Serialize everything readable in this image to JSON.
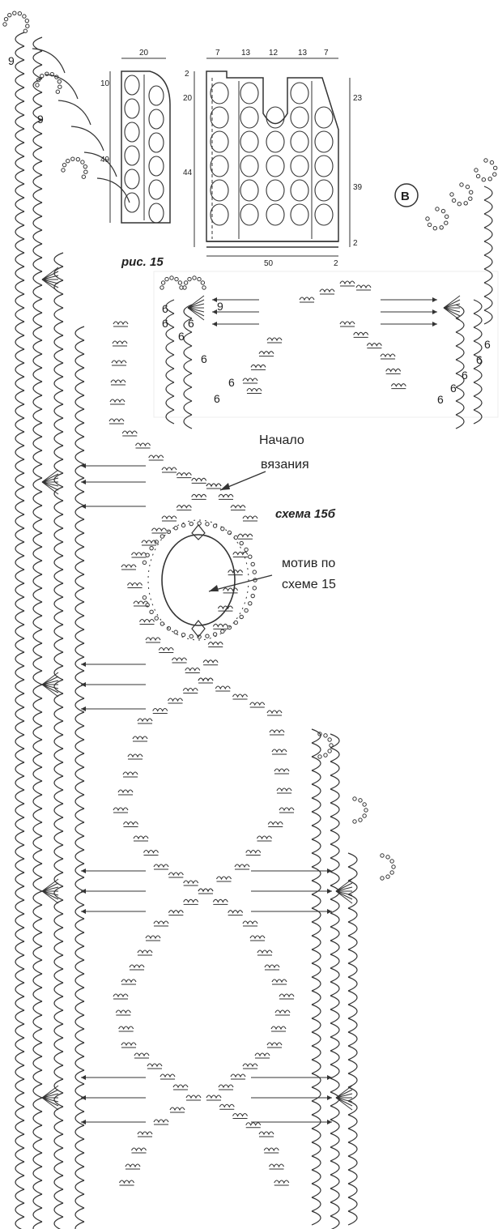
{
  "figure": {
    "caption": "рис. 15",
    "dims_top_left": [
      "20"
    ],
    "dims_left_side": [
      "10",
      "49"
    ],
    "dims_top_right": [
      "7",
      "13",
      "12",
      "13",
      "7"
    ],
    "dims_back_left": [
      "2",
      "20",
      "44"
    ],
    "dims_back_right": [
      "23",
      "39",
      "2"
    ],
    "dims_bottom": [
      "50",
      "2"
    ]
  },
  "diagram": {
    "scheme_label": "схема 15б",
    "start_label": [
      "Начало",
      "вязания"
    ],
    "motif_label": [
      "мотив по",
      "схеме 15"
    ],
    "inset_badge": "В",
    "row_numbers_left": [
      "9",
      "9"
    ],
    "row_numbers_inset": [
      "6",
      "6",
      "6",
      "6",
      "6",
      "6",
      "9",
      "6",
      "6",
      "6",
      "6",
      "6",
      "6"
    ]
  },
  "colors": {
    "line": "#333333",
    "bg": "#ffffff"
  }
}
